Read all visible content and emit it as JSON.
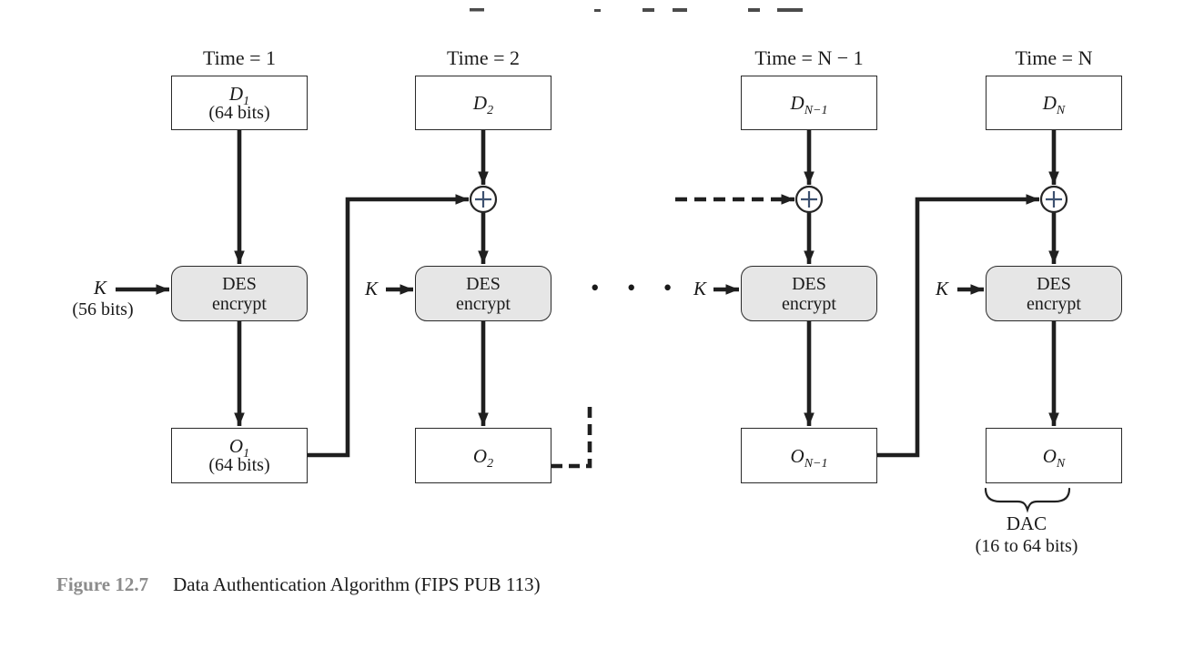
{
  "page": {
    "background": "#ffffff"
  },
  "colors": {
    "line": "#1f1f1f",
    "box_border": "#2a2a2a",
    "des_fill": "#e6e6e6",
    "caption_label": "#8c8c8c",
    "xor_plus": "#3d5170",
    "ink": "#1a1a1a"
  },
  "caption": {
    "label": "Figure 12.7",
    "text": "Data Authentication Algorithm (FIPS PUB 113)"
  },
  "diagram": {
    "ellipsis": "•••",
    "dac": {
      "label": "DAC",
      "range": "(16 to 64 bits)"
    },
    "columns": [
      {
        "title": "Time = 1",
        "input": {
          "base": "D",
          "sub": "1",
          "note": "(64 bits)"
        },
        "key": {
          "label": "K",
          "note": "(56 bits)"
        },
        "des": {
          "line1": "DES",
          "line2": "encrypt"
        },
        "output": {
          "base": "O",
          "sub": "1",
          "note": "(64 bits)"
        }
      },
      {
        "title": "Time = 2",
        "input": {
          "base": "D",
          "sub": "2"
        },
        "key": {
          "label": "K"
        },
        "des": {
          "line1": "DES",
          "line2": "encrypt"
        },
        "output": {
          "base": "O",
          "sub": "2"
        }
      },
      {
        "title": "Time = N − 1",
        "input": {
          "base": "D",
          "sub": "N−1"
        },
        "key": {
          "label": "K"
        },
        "des": {
          "line1": "DES",
          "line2": "encrypt"
        },
        "output": {
          "base": "O",
          "sub": "N−1"
        }
      },
      {
        "title": "Time = N",
        "input": {
          "base": "D",
          "sub": "N"
        },
        "key": {
          "label": "K"
        },
        "des": {
          "line1": "DES",
          "line2": "encrypt"
        },
        "output": {
          "base": "O",
          "sub": "N"
        }
      }
    ]
  }
}
